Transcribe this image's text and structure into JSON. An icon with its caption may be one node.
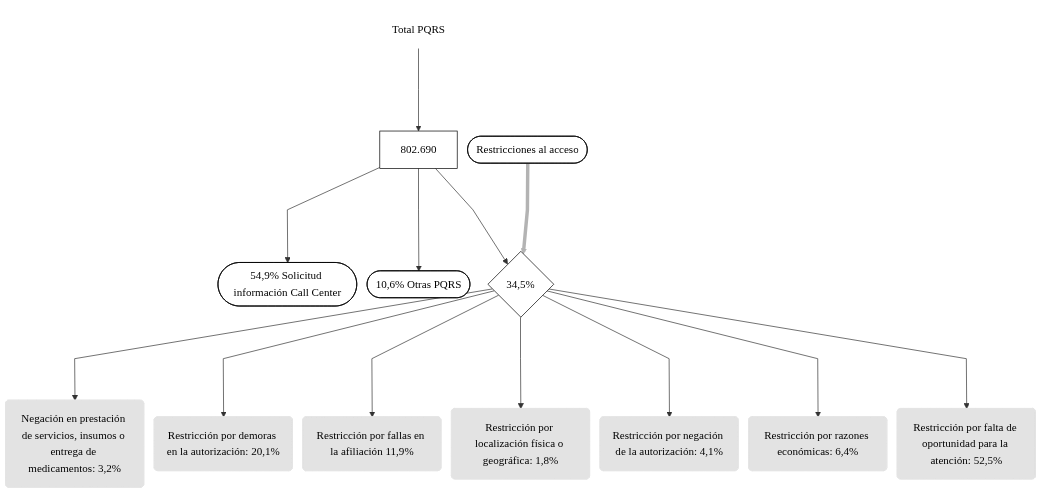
{
  "diagram": {
    "nodes": [
      {
        "text": [
          "Total PQRS"
        ]
      },
      {
        "text": [
          "802.690"
        ]
      },
      {
        "text": [
          "54,9% Solicitud información Call Center"
        ]
      },
      {
        "text": [
          "10,6% Otras PQRS"
        ]
      },
      {
        "text": [
          "Restricciones al acceso"
        ]
      },
      {
        "text": [
          "34,5%"
        ]
      },
      {
        "text": [
          "Negación en prestación de servicios, insumos o entrega de medicamentos: 3,2%"
        ]
      },
      {
        "text": [
          "Restricción por falta de oportunidad para la atención: 52,5%"
        ]
      },
      {
        "text": [
          "Restricción por demoras en la autorización: 20,1%"
        ]
      },
      {
        "text": [
          "Restricción por razones económicas: 6,4%"
        ]
      },
      {
        "text": [
          "Restricción por fallas en la afiliación 11,9%"
        ]
      },
      {
        "text": [
          "Restricción por localización física o geográfica: 1,8%"
        ]
      },
      {
        "text": [
          "Restricción por negación de la autorización: 4,1%"
        ]
      }
    ],
    "edges": [
      {
        "from": 0,
        "to": 1,
        "arrow": "to"
      },
      {
        "from": 1,
        "to": 2,
        "arrow": "to"
      },
      {
        "from": 1,
        "to": 3,
        "arrow": "to"
      },
      {
        "from": 1,
        "to": 5,
        "arrow": "to"
      },
      {
        "from": 4,
        "to": 5,
        "arrow": "to",
        "style": "thick",
        "color": "#b3b3b3"
      },
      {
        "from": 5,
        "to": 6,
        "arrow": "to"
      },
      {
        "from": 5,
        "to": 8,
        "arrow": "to"
      },
      {
        "from": 5,
        "to": 10,
        "arrow": "to"
      },
      {
        "from": 5,
        "to": 11,
        "arrow": "to"
      },
      {
        "from": 5,
        "to": 12,
        "arrow": "to"
      },
      {
        "from": 5,
        "to": 9,
        "arrow": "to"
      },
      {
        "from": 5,
        "to": 7,
        "arrow": "to"
      }
    ]
  }
}
